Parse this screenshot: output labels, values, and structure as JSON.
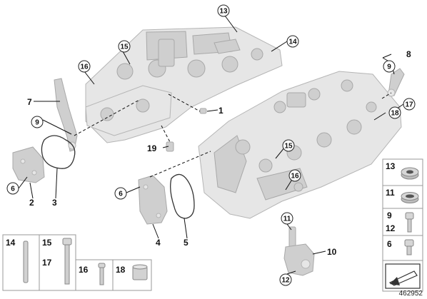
{
  "callouts": {
    "c1": "1",
    "c2": "2",
    "c3": "3",
    "c4": "4",
    "c5": "5",
    "c6a": "6",
    "c6b": "6",
    "c7": "7",
    "c8": "8",
    "c9a": "9",
    "c9b": "9",
    "c10": "10",
    "c11": "11",
    "c12": "12",
    "c13": "13",
    "c14": "14",
    "c15a": "15",
    "c15b": "15",
    "c16a": "16",
    "c16b": "16",
    "c17": "17",
    "c18": "18",
    "c19": "19"
  },
  "side_panel": {
    "r13": "13",
    "r11": "11",
    "r9": "9",
    "r12": "12",
    "r6": "6"
  },
  "bottom_panel": {
    "b14": "14",
    "b15": "15",
    "b17": "17",
    "b16": "16",
    "b18": "18"
  },
  "diagram_number": "462952"
}
